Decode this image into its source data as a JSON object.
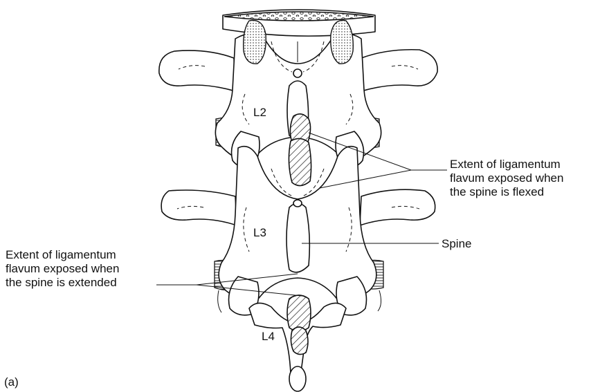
{
  "labels": {
    "vertebra_l2": "L2",
    "vertebra_l3": "L3",
    "vertebra_l4": "L4",
    "flexed_line1": "Extent of ligamentum",
    "flexed_line2": "flavum exposed when",
    "flexed_line3": "the spine is flexed",
    "spine": "Spine",
    "extended_line1": "Extent of ligamentum",
    "extended_line2": "flavum exposed when",
    "extended_line3": "the spine is extended",
    "panel": "(a)"
  }
}
